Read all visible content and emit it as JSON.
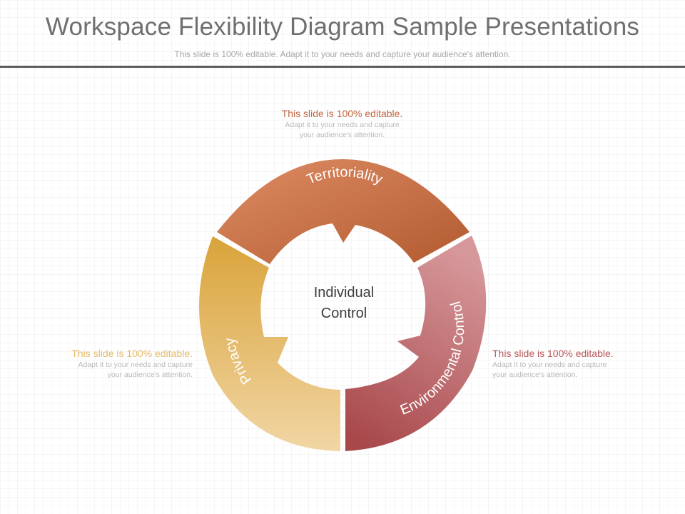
{
  "header": {
    "title": "Workspace Flexibility Diagram Sample Presentations",
    "subtitle": "This slide is 100% editable. Adapt it to your needs and capture your audience's attention."
  },
  "diagram": {
    "center": {
      "line1": "Individual",
      "line2": "Control"
    },
    "segments": [
      {
        "label": "Territoriality",
        "color_from": "#de8c64",
        "color_to": "#b25a30"
      },
      {
        "label": "Environmental Control",
        "color_from": "#d49295",
        "color_to": "#a8484b"
      },
      {
        "label": "Privacy",
        "color_from": "#f0d29e",
        "color_to": "#d8a33a"
      }
    ]
  },
  "callouts": {
    "top": {
      "heading": "This slide is 100% editable.",
      "line1": "Adapt it to your needs and capture",
      "line2": "your audience's attention.",
      "color": "#c0643e"
    },
    "left": {
      "heading": "This slide is 100% editable.",
      "line1": "Adapt it to your needs and capture",
      "line2": "your audience's attention.",
      "color": "#e6b968"
    },
    "right": {
      "heading": "This slide is 100% editable.",
      "line1": "Adapt it to your needs and capture",
      "line2": "your audience's attention.",
      "color": "#b9575a"
    }
  }
}
